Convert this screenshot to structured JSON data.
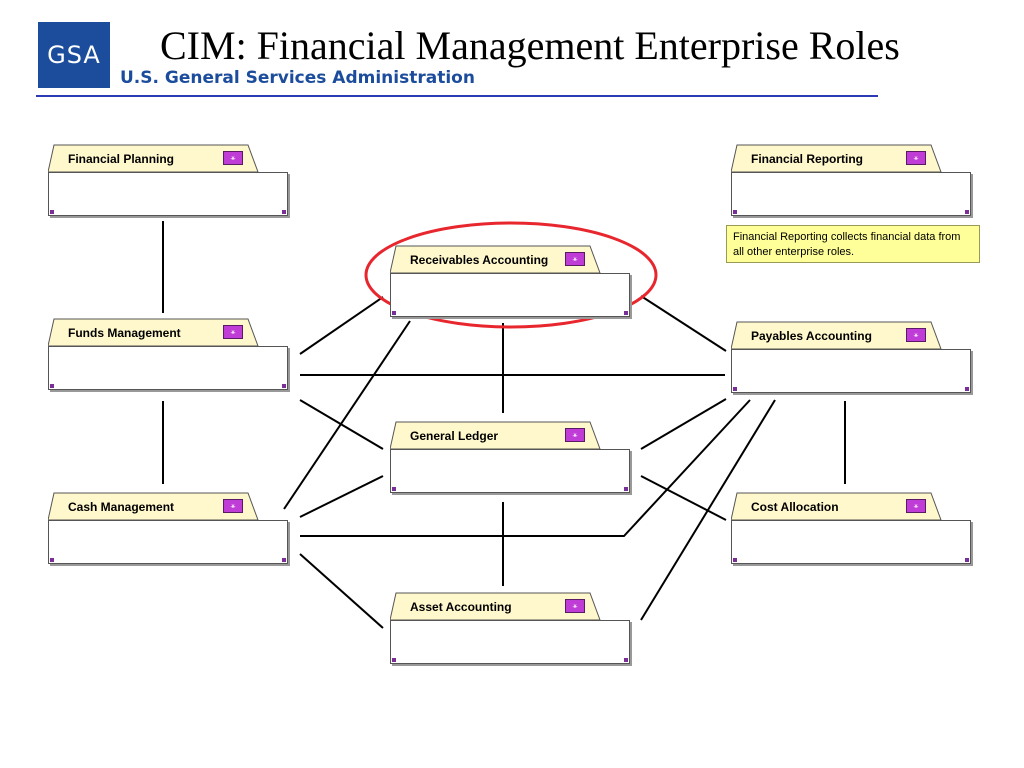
{
  "header": {
    "logo_text": "GSA",
    "agency": "U.S. General Services Administration",
    "title": "CIM: Financial Management Enterprise Roles"
  },
  "roles": {
    "financial_planning": "Financial Planning",
    "funds_management": "Funds Management",
    "cash_management": "Cash Management",
    "receivables_accounting": "Receivables Accounting",
    "general_ledger": "General Ledger",
    "asset_accounting": "Asset Accounting",
    "financial_reporting": "Financial Reporting",
    "payables_accounting": "Payables Accounting",
    "cost_allocation": "Cost Allocation"
  },
  "note": {
    "text": "Financial Reporting collects financial data from all other enterprise roles."
  },
  "highlight": {
    "target": "Receivables Accounting",
    "color": "#e8262e"
  },
  "icons": {
    "role_icon": "package-icon",
    "logo_icon": "gsa-logo-icon"
  }
}
